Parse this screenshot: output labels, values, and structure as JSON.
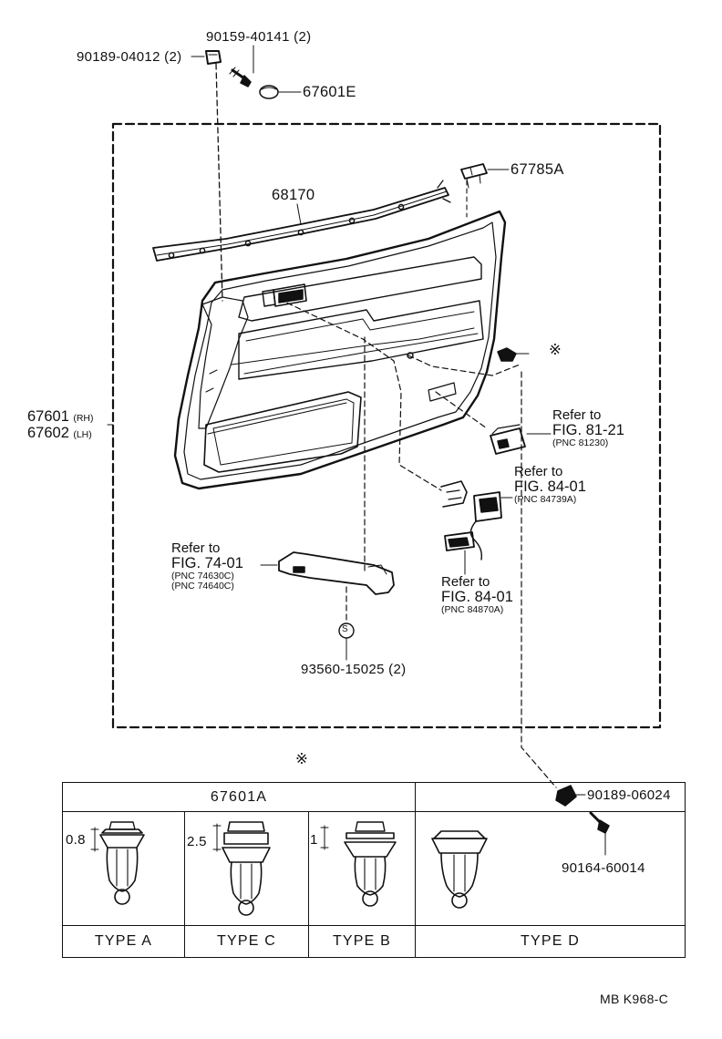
{
  "parts": {
    "p90159": "90159-40141 (2)",
    "p90189a": "90189-04012 (2)",
    "p67601e": "67601E",
    "p67785a": "67785A",
    "p68170": "68170",
    "p67601": "67601",
    "p67601_side": "(RH)",
    "p67602": "67602",
    "p67602_side": "(LH)",
    "p93560": "93560-15025 (2)",
    "p90189b": "90189-06024",
    "p90164": "90164-60014",
    "s_mark": "S",
    "asterisk": "※"
  },
  "refs": {
    "r81": {
      "line1": "Refer to",
      "line2": "FIG. 81-21",
      "line3": "(PNC 81230)"
    },
    "r84a": {
      "line1": "Refer to",
      "line2": "FIG. 84-01",
      "line3": "(PNC 84739A)"
    },
    "r84b": {
      "line1": "Refer to",
      "line2": "FIG. 84-01",
      "line3": "(PNC 84870A)"
    },
    "r74": {
      "line1": "Refer to",
      "line2": "FIG. 74-01",
      "line3": "(PNC 74630C)",
      "line4": "(PNC 74640C)"
    }
  },
  "clip_table": {
    "header": "67601A",
    "types": [
      "TYPE  A",
      "TYPE  C",
      "TYPE  B",
      "TYPE  D"
    ],
    "dims": [
      "0.8",
      "2.5",
      "1"
    ]
  },
  "footer": "MB  K968-C"
}
